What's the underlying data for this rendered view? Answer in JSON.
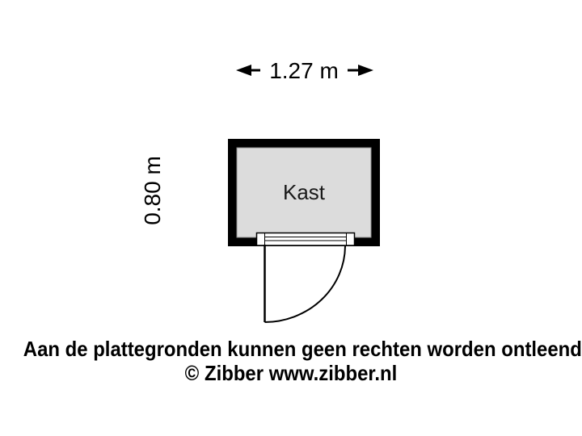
{
  "colors": {
    "background": "#ffffff",
    "wall": "#000000",
    "floor": "#dcdcdc",
    "text": "#000000"
  },
  "floorplan": {
    "room_label": "Kast",
    "width_dimension": "1.27 m",
    "height_dimension": "0.80 m"
  },
  "footer": {
    "disclaimer": "Aan de plattegronden kunnen geen rechten worden ontleend",
    "copyright": "© Zibber www.zibber.nl"
  }
}
